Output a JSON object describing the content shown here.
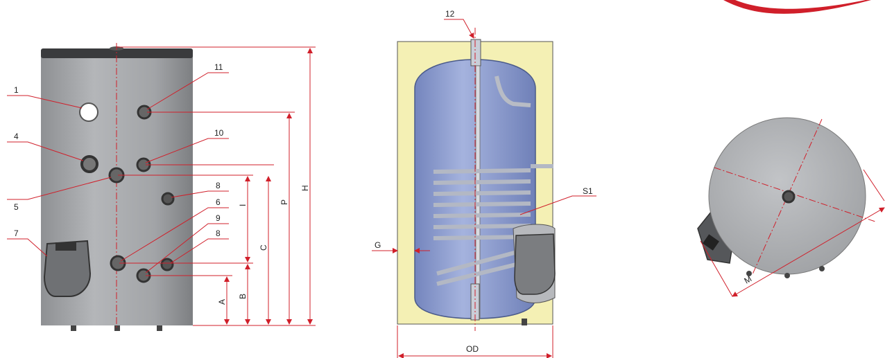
{
  "colors": {
    "accent": "#d01f2a",
    "tank_grey": "#a7a9ac",
    "insulation": "#f4f0b4",
    "inner_tank": "#8d9fcf",
    "brand_swoosh": "#d01f2a"
  },
  "front_view": {
    "callouts": [
      "1",
      "4",
      "5",
      "7",
      "11",
      "10",
      "8",
      "6",
      "9",
      "8"
    ],
    "dimensions": [
      "A",
      "B",
      "I",
      "C",
      "P",
      "H"
    ]
  },
  "section_view": {
    "callouts": [
      "12",
      "S1",
      "G"
    ],
    "width_label": "OD"
  },
  "top_view": {
    "dimension_label": "M"
  }
}
